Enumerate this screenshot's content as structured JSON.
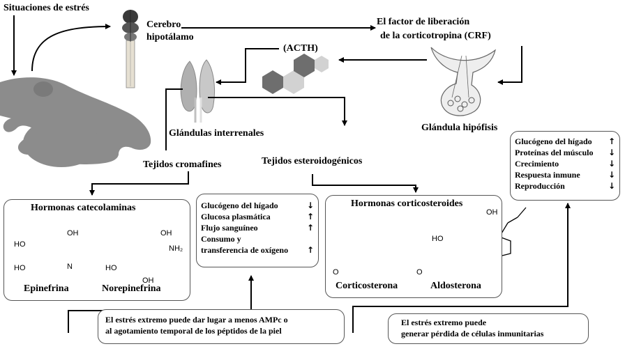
{
  "labels": {
    "stress_situations": "Situaciones de estrés",
    "brain": "Cerebro",
    "hypothalamus": "hipotálamo",
    "crf_line1": "El factor de liberación",
    "crf_line2": "de la corticotropina (CRF)",
    "acth": "(ACTH)",
    "pituitary": "Glándula hipófisis",
    "interrenal": "Glándulas interrenales",
    "chromaffin": "Tejidos cromafines",
    "steroidogenic": "Tejidos esteroidogénicos"
  },
  "catecholamines": {
    "title": "Hormonas catecolaminas",
    "epinephrine": "Epinefrina",
    "norepinephrine": "Norepinefrina"
  },
  "catecholamine_effects": [
    {
      "text": "Glucógeno del hígado",
      "arrow": "↓"
    },
    {
      "text": "Glucosa plasmática",
      "arrow": "↑"
    },
    {
      "text": "Flujo sanguíneo",
      "arrow": "↑"
    },
    {
      "text": "Consumo y",
      "arrow": ""
    },
    {
      "text": "transferencia de oxígeno",
      "arrow": "↑"
    }
  ],
  "corticosteroids": {
    "title": "Hormonas corticosteroides",
    "corticosterone": "Corticosterona",
    "aldosterone": "Aldosterona"
  },
  "corticosteroid_effects": [
    {
      "text": "Glucógeno del hígado",
      "arrow": "↑"
    },
    {
      "text": "Proteínas del músculo",
      "arrow": "↓"
    },
    {
      "text": "Crecimiento",
      "arrow": "↓"
    },
    {
      "text": "Respuesta inmune",
      "arrow": "↓"
    },
    {
      "text": "Reproducción",
      "arrow": "↓"
    }
  ],
  "notes": {
    "amp_line1": "El estrés extremo puede dar lugar a menos AMPc o",
    "amp_line2": "al agotamiento temporal de los péptidos de la piel",
    "immune_line1": "El estrés extremo puede",
    "immune_line2": "generar pérdida de células inmunitarias"
  },
  "colors": {
    "frog": "#8c8c8c",
    "hex_dark": "#6e6e6e",
    "hex_light": "#d2d2d2",
    "interrenal_gland": "#b0b0b0"
  }
}
